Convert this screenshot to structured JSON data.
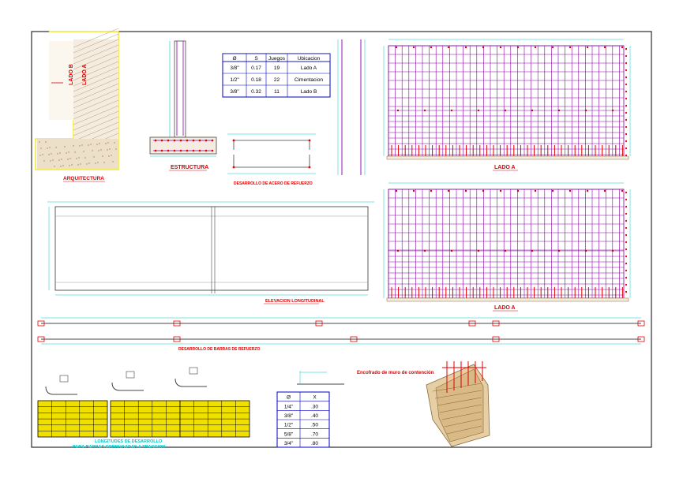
{
  "titles": {
    "lado_b": "LADO B",
    "lado_a_vertical": "LADO A",
    "arquitectura": "ARQUITECTURA",
    "estructura": "ESTRUCTURA",
    "desarrollo_acero": "DESARROLLO DE ACERO DE REFUERZO",
    "lado_a_1": "LADO A",
    "lado_a_2": "LADO A",
    "elevacion": "ELEVACION LONGITUDINAL",
    "desarrollo_barras": "DESARROLLO DE BARRAS DE REFUERZO",
    "longitudes_1": "LONGITUDES DE DESARROLLO",
    "longitudes_2": "PARA BARRAS CORRUGADAS A TRACCION",
    "encofrado": "Encofrado de muro de contención"
  },
  "rebar_table": {
    "headers": [
      "Ø",
      "S",
      "Juegos",
      "Ubicacion"
    ],
    "rows": [
      [
        "3/8\"",
        "0.17",
        "19",
        "Lado A"
      ],
      [
        "1/2\"",
        "0.18",
        "22",
        "Cimentacion"
      ],
      [
        "3/8\"",
        "0.32",
        "11",
        "Lado B"
      ]
    ]
  },
  "hook_table": {
    "headers": [
      "Ø",
      "X"
    ],
    "rows": [
      [
        "1/4\"",
        ".30"
      ],
      [
        "3/8\"",
        ".40"
      ],
      [
        "1/2\"",
        ".50"
      ],
      [
        "5/8\"",
        ".70"
      ],
      [
        "3/4\"",
        ".80"
      ]
    ]
  },
  "colors": {
    "background": "#ffffff",
    "border": "#000000",
    "grid": "#8b00a8",
    "dimension": "#00c8c8",
    "red": "#e00000",
    "yellow_table": "#f0e000",
    "blue_table": "#0000c0",
    "soil": "#c8b080"
  }
}
